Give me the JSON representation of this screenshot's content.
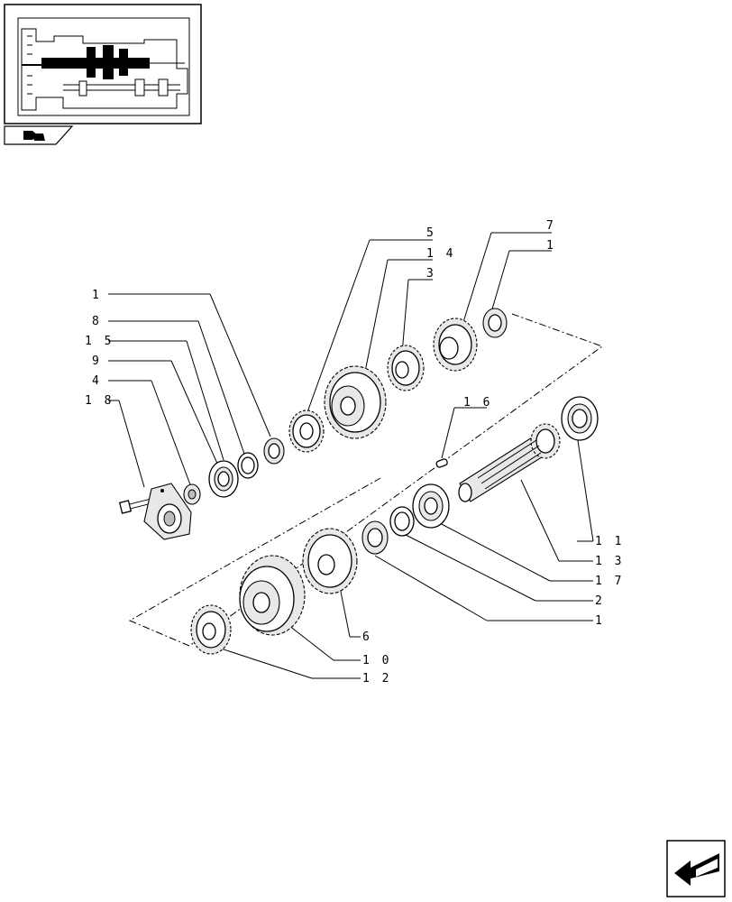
{
  "callouts": [
    {
      "id": "c-5",
      "text": "5"
    },
    {
      "id": "c-14",
      "text": "1 4"
    },
    {
      "id": "c-3",
      "text": "3"
    },
    {
      "id": "c-7",
      "text": "7"
    },
    {
      "id": "c-1a",
      "text": "1"
    },
    {
      "id": "c-1b",
      "text": "1"
    },
    {
      "id": "c-8",
      "text": "8"
    },
    {
      "id": "c-15",
      "text": "1 5"
    },
    {
      "id": "c-9",
      "text": "9"
    },
    {
      "id": "c-4",
      "text": "4"
    },
    {
      "id": "c-18",
      "text": "1 8"
    },
    {
      "id": "c-16",
      "text": "1 6"
    },
    {
      "id": "c-11",
      "text": "1 1"
    },
    {
      "id": "c-13",
      "text": "1 3"
    },
    {
      "id": "c-17",
      "text": "1 7"
    },
    {
      "id": "c-2",
      "text": "2"
    },
    {
      "id": "c-1c",
      "text": "1"
    },
    {
      "id": "c-6",
      "text": "6"
    },
    {
      "id": "c-10",
      "text": "1 0"
    },
    {
      "id": "c-12",
      "text": "1 2"
    }
  ],
  "icons": {
    "thumbnail": "transmission-section-thumbnail",
    "badge": "book-arrow-icon",
    "nav": "next-page-arrow-icon"
  }
}
